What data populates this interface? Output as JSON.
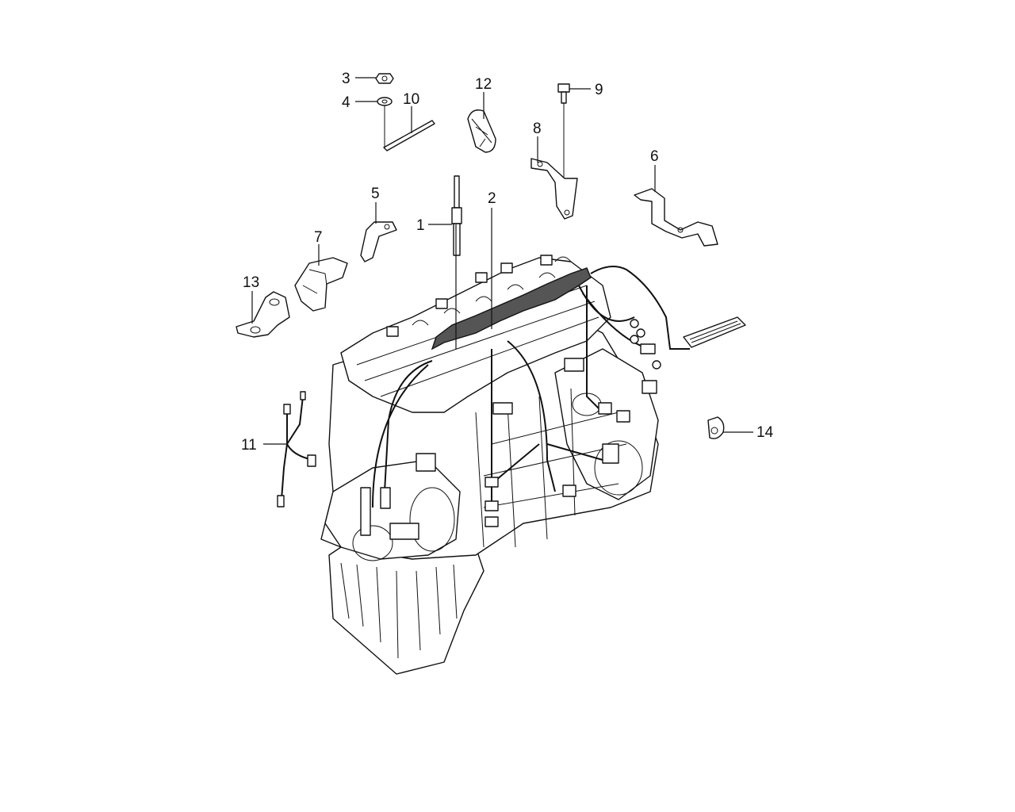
{
  "diagram": {
    "callouts": [
      "1",
      "2",
      "3",
      "4",
      "5",
      "6",
      "7",
      "8",
      "9",
      "10",
      "11",
      "12",
      "13",
      "14"
    ],
    "parts": [
      "glow-plug",
      "wiring-harness",
      "nut",
      "washer",
      "bracket",
      "bracket",
      "bracket",
      "bracket",
      "bolt",
      "ground-strap",
      "wiring-harness",
      "clip",
      "bracket",
      "clip"
    ]
  }
}
